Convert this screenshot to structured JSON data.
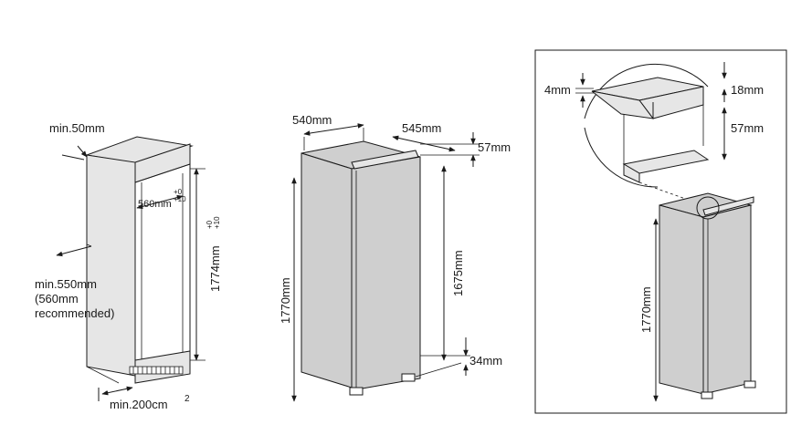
{
  "left_panel": {
    "min_50": "min.50mm",
    "width_560": "560mm",
    "tol_560_top": "+0",
    "tol_560_bottom": "+10",
    "height_1774": "1774mm",
    "tol_1774_top": "+0",
    "tol_1774_bottom": "+10",
    "min_550_line1": "min.550mm",
    "min_550_line2": "(560mm",
    "min_550_line3": "recommended)",
    "min_200": "min.200cm",
    "min_200_sup": "2"
  },
  "middle_panel": {
    "width_540": "540mm",
    "depth_545": "545mm",
    "top_57": "57mm",
    "height_1675": "1675mm",
    "height_1770": "1770mm",
    "bottom_34": "34mm"
  },
  "right_panel": {
    "gap_4": "4mm",
    "top_18": "18mm",
    "top_57": "57mm",
    "height_1770": "1770mm"
  }
}
